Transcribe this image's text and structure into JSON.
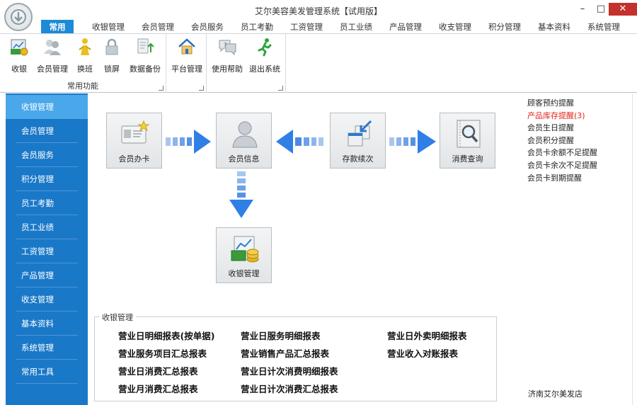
{
  "window": {
    "title": "艾尔美容美发管理系统【试用版】",
    "minimize": "–",
    "maximize": "□",
    "close": "✕"
  },
  "tabs": [
    "常用",
    "收银管理",
    "会员管理",
    "会员服务",
    "员工考勤",
    "工资管理",
    "员工业绩",
    "产品管理",
    "收支管理",
    "积分管理",
    "基本资料",
    "系统管理"
  ],
  "ribbon": {
    "group1_label": "常用功能",
    "buttons": [
      "收银",
      "会员管理",
      "换班",
      "锁屏",
      "数据备份",
      "平台管理",
      "使用帮助",
      "退出系统"
    ]
  },
  "sidebar": {
    "items": [
      "收银管理",
      "会员管理",
      "会员服务",
      "积分管理",
      "员工考勤",
      "员工业绩",
      "工资管理",
      "产品管理",
      "收支管理",
      "基本资料",
      "系统管理",
      "常用工具"
    ]
  },
  "flow": {
    "member_card": "会员办卡",
    "member_info": "会员信息",
    "deposit_renew": "存款续次",
    "consumption_query": "消费查询",
    "cashier": "收银管理"
  },
  "reports": {
    "legend": "收银管理",
    "col1": [
      "营业日明细报表(按单据)",
      "营业服务项目汇总报表",
      "营业日消费汇总报表",
      "营业月消费汇总报表"
    ],
    "col2": [
      "营业日服务明细报表",
      "营业销售产品汇总报表",
      "营业日计次消费明细报表",
      "营业日计次消费汇总报表"
    ],
    "col3": [
      "营业日外卖明细报表",
      "营业收入对账报表"
    ]
  },
  "reminders": [
    {
      "text": "顾客预约提醒",
      "alert": false
    },
    {
      "text": "产品库存提醒(3)",
      "alert": true
    },
    {
      "text": "会员生日提醒",
      "alert": false
    },
    {
      "text": "会员积分提醒",
      "alert": false
    },
    {
      "text": "会员卡余额不足提醒",
      "alert": false
    },
    {
      "text": "会员卡余次不足提醒",
      "alert": false
    },
    {
      "text": "会员卡到期提醒",
      "alert": false
    }
  ],
  "footer": "济南艾尔美发店",
  "colors": {
    "accent": "#1e8bd6",
    "sidebar_bg": "#1a78c8",
    "sidebar_active": "#4aa8ea",
    "arrow": "#2f7fe6",
    "alert": "#e0221b"
  }
}
